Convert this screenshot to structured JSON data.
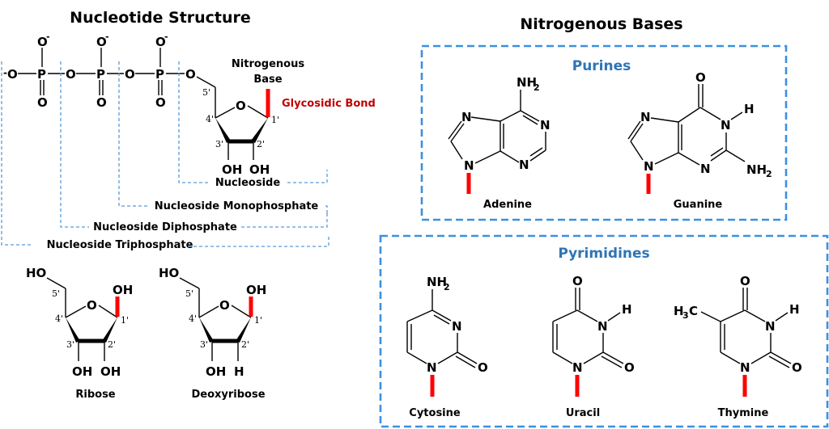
{
  "nucleotide": {
    "title": "Nucleotide Structure",
    "phosphate_atoms": {
      "o_minus": "O",
      "minus": "-",
      "p": "P",
      "o": "O"
    },
    "base_label_line1": "Nitrogenous",
    "base_label_line2": "Base",
    "glycosidic_bond": "Glycosidic Bond",
    "carbons": [
      "5'",
      "4'",
      "3'",
      "2'",
      "1'"
    ],
    "oh": "OH",
    "h": "H",
    "ring_o": "O",
    "ho": "HO",
    "brackets": {
      "nucleoside": "Nucleoside",
      "monophosphate": "Nucleoside Monophosphate",
      "diphosphate": "Nucleoside Diphosphate",
      "triphosphate": "Nucleoside Triphosphate"
    }
  },
  "sugars": [
    {
      "name": "Ribose",
      "c2_group": "OH"
    },
    {
      "name": "Deoxyribose",
      "c2_group": "H"
    }
  ],
  "bases": {
    "title": "Nitrogenous Bases",
    "purines": {
      "heading": "Purines",
      "items": [
        "Adenine",
        "Guanine"
      ]
    },
    "pyrimidines": {
      "heading": "Pyrimidines",
      "items": [
        "Cytosine",
        "Uracil",
        "Thymine"
      ]
    },
    "atoms": {
      "n": "N",
      "o": "O",
      "h": "H",
      "nh2": "NH",
      "sub2": "2",
      "h3c": "H",
      "sub3": "3",
      "c": "C"
    }
  },
  "colors": {
    "bond_highlight": "#ff0000",
    "bracket": "#5b9bd5",
    "box": "#3d8fe0",
    "heading_blue": "#2e75b6",
    "glycosidic_text": "#c00000"
  }
}
